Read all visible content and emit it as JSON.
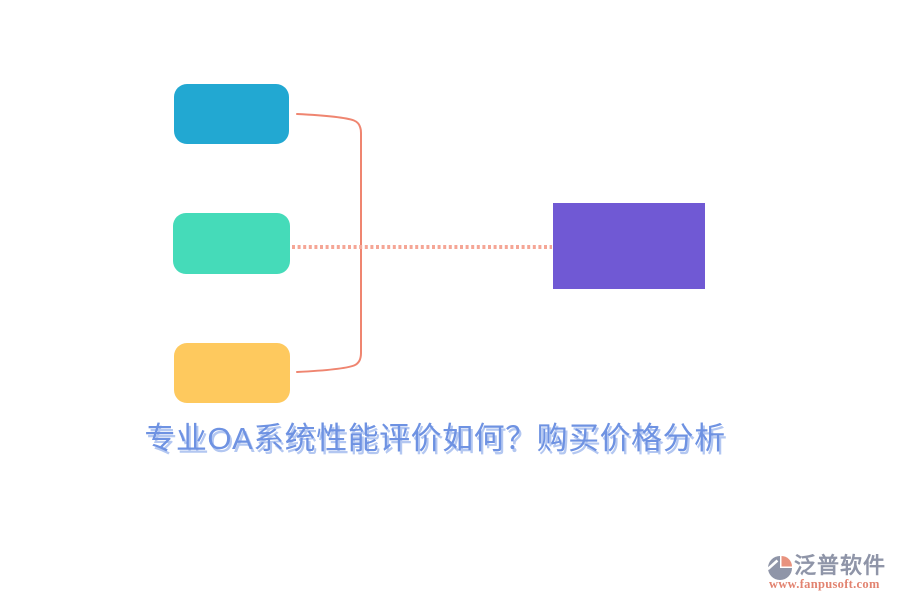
{
  "page": {
    "background": "#ffffff"
  },
  "diagram": {
    "nodes": [
      {
        "name": "topic-top",
        "shape": "rounded-rect",
        "color": "#22a8d2"
      },
      {
        "name": "topic-middle",
        "shape": "rounded-rect",
        "color": "#45dbb9"
      },
      {
        "name": "topic-bottom",
        "shape": "rounded-rect",
        "color": "#fec95e"
      },
      {
        "name": "summary-right",
        "shape": "rect",
        "color": "#7059d4"
      }
    ],
    "connectors": {
      "bracket_color": "#ef8570",
      "dotted_color": "#f5a696"
    }
  },
  "caption": {
    "text": "专业OA系统性能评价如何？购买价格分析",
    "color": "#6e92e2",
    "shadow_color": "#b3c7f1"
  },
  "watermark": {
    "icon": "fanpu-logo-icon",
    "icon_primary_color": "#8f95a8",
    "icon_accent_color": "#e8927e",
    "brand": "泛普软件",
    "brand_color": "#8f95a8",
    "url": "www.fanpusoft.com",
    "url_color": "#e28370"
  }
}
